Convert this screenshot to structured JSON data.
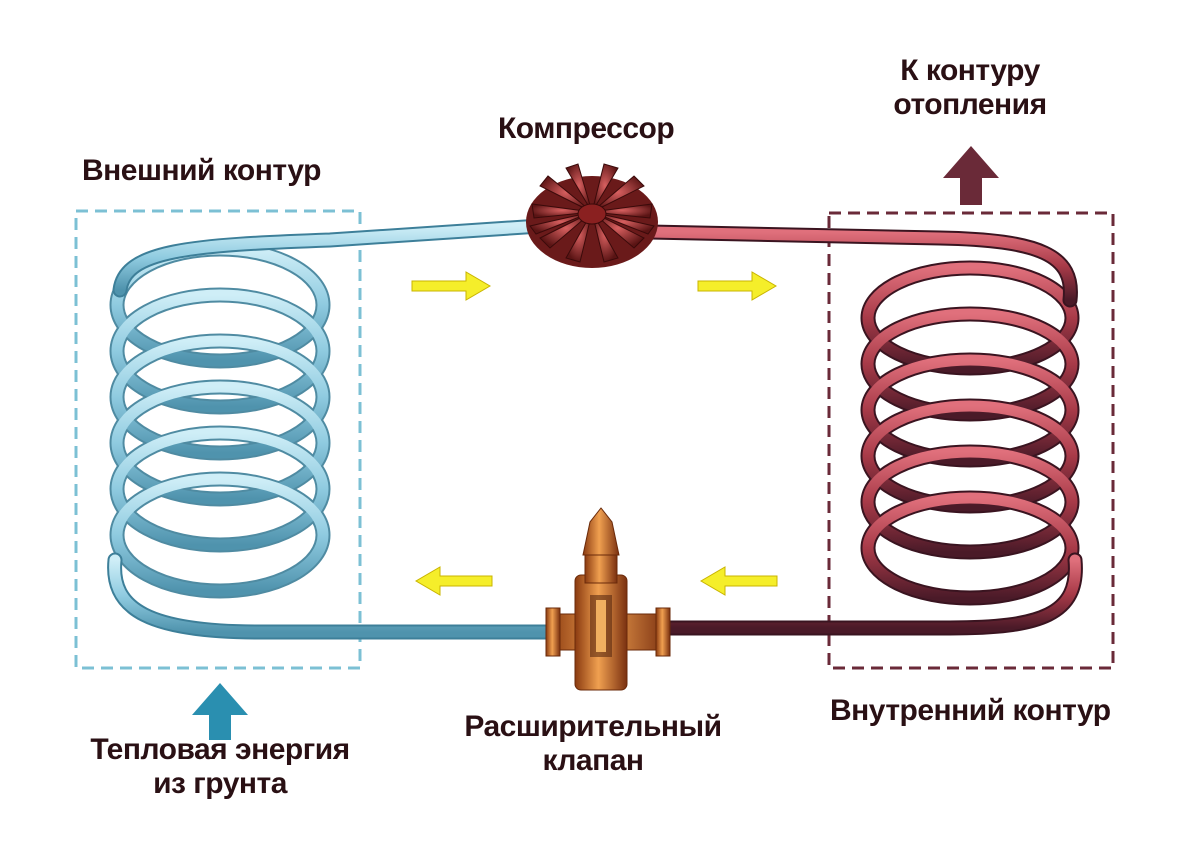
{
  "labels": {
    "outer_loop": "Внешний контур",
    "compressor": "Компрессор",
    "heating_line1": "К контуру",
    "heating_line2": "отопления",
    "inner_loop": "Внутренний контур",
    "valve_line1": "Расширительный",
    "valve_line2": "клапан",
    "ground_line1": "Тепловая энергия",
    "ground_line2": "из грунта"
  },
  "colors": {
    "cold_pipe": "#8fcbe0",
    "hot_pipe": "#a83a48",
    "outer_box": "#7cc0d4",
    "inner_box": "#6a2a38",
    "flow_arrow": "#f5ee2a",
    "ground_arrow": "#2a8fb0",
    "heating_arrow": "#6a2a38",
    "text": "#2a1014",
    "valve": "#d9742a",
    "compressor": "#a83a3a"
  },
  "icons": {
    "compressor": "compressor-turbine-icon",
    "valve": "expansion-valve-icon",
    "flow": "flow-arrow-icon"
  }
}
